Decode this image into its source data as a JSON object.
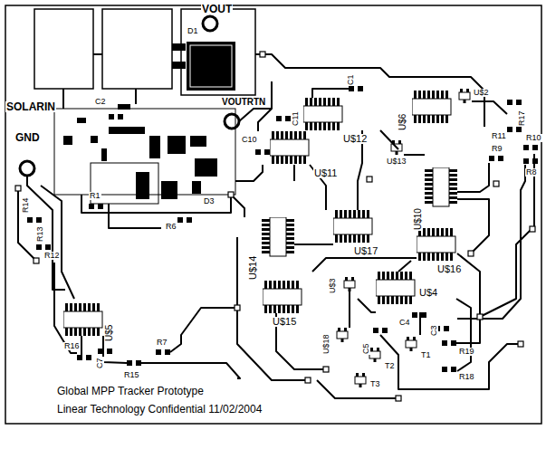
{
  "diagram": {
    "labels": [
      "VOUT",
      "D1",
      "VOUTRTN",
      "SOLARIN",
      "GND",
      "C2",
      "R1",
      "R6",
      "D3",
      "C11",
      "C1",
      "C10",
      "U$12",
      "U$6",
      "U$2",
      "U$13",
      "U$11",
      "U$10",
      "R17",
      "R11",
      "R10",
      "R9",
      "R8",
      "U$14",
      "U$15",
      "U$17",
      "U$16",
      "U$4",
      "U$3",
      "U$18",
      "C5",
      "C4",
      "C3",
      "R19",
      "R18",
      "T1",
      "T2",
      "T3",
      "R14",
      "R13",
      "R12",
      "U$5",
      "C7",
      "R16",
      "R15",
      "R7",
      "Global MPP Tracker Prototype",
      "Linear Technology Confidential 11/02/2004"
    ]
  }
}
